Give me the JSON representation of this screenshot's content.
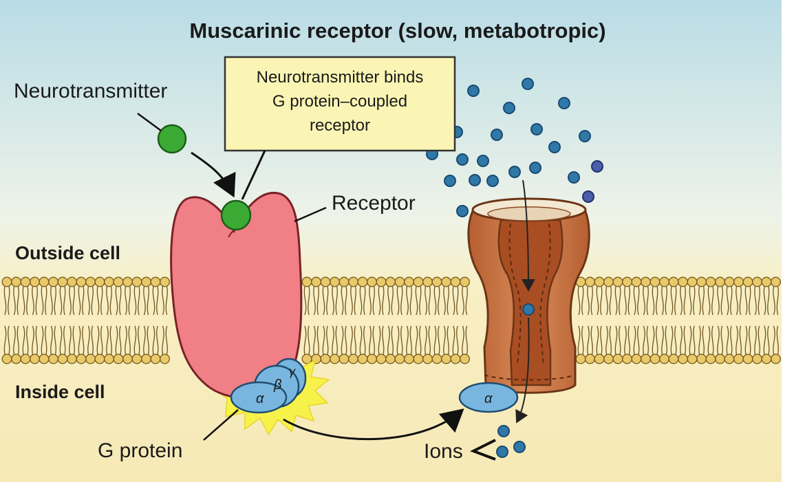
{
  "title": "Muscarinic receptor (slow, metabotropic)",
  "labels": {
    "neurotransmitter": "Neurotransmitter",
    "callout_lines": [
      "Neurotransmitter binds",
      "G protein–coupled",
      "receptor"
    ],
    "receptor": "Receptor",
    "outside_cell": "Outside cell",
    "inside_cell": "Inside cell",
    "g_protein": "G protein",
    "ions": "Ions",
    "alpha": "α",
    "beta": "β",
    "gamma": "γ"
  },
  "colors": {
    "background_top": "#b9dce6",
    "background_bottom": "#f8efc4",
    "receptor": "#f07f86",
    "neurotransmitter": "#3aaa35",
    "g_protein": "#78b6df",
    "channel": "#c8703e",
    "ion": "#2f78a8",
    "membrane_head": "#e9c96a",
    "callout": "#fbf5b5"
  }
}
